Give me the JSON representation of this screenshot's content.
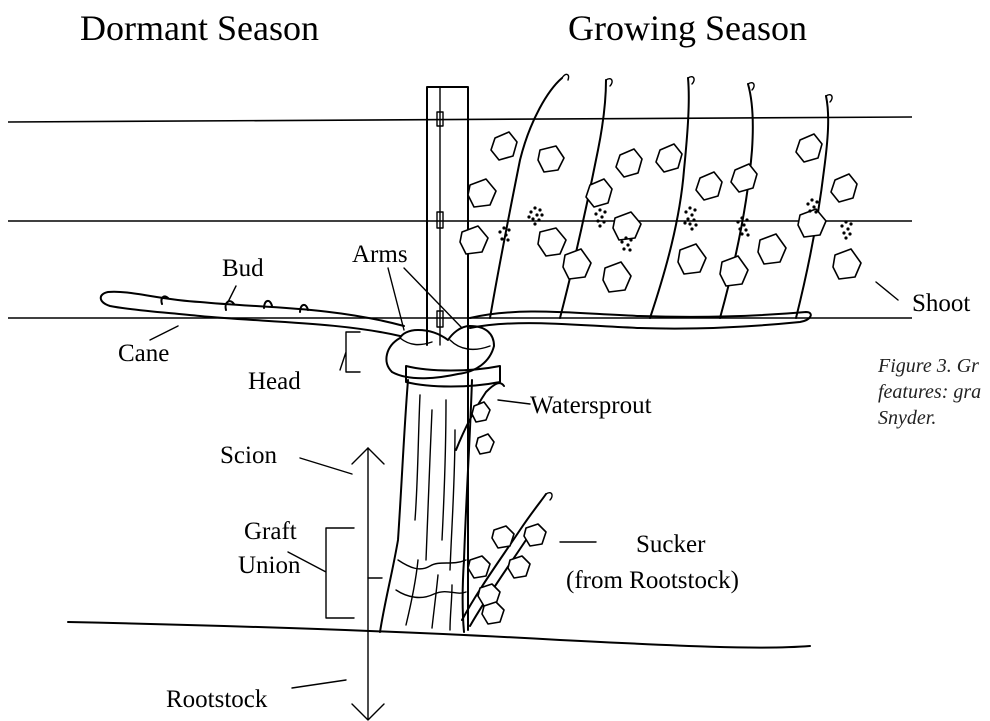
{
  "headings": {
    "dormant": "Dormant Season",
    "growing": "Growing Season"
  },
  "labels": {
    "bud": "Bud",
    "arms": "Arms",
    "cane": "Cane",
    "head": "Head",
    "shoot": "Shoot",
    "scion": "Scion",
    "graft_line1": "Graft",
    "graft_line2": "Union",
    "watersprout": "Watersprout",
    "sucker_line1": "Sucker",
    "sucker_line2": "(from Rootstock)",
    "rootstock": "Rootstock"
  },
  "caption": {
    "line1": "Figure 3. Gr",
    "line2": "features: gra",
    "line3": "Snyder."
  }
}
